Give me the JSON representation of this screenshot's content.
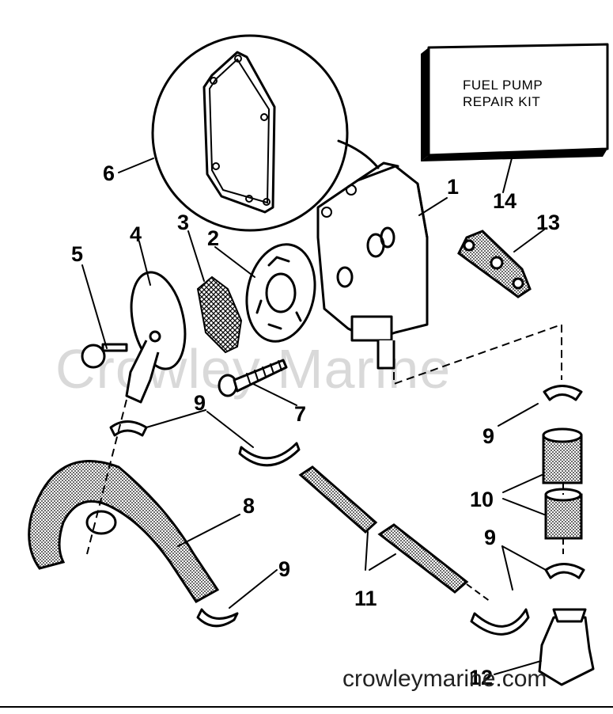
{
  "kit_label_line1": "FUEL PUMP",
  "kit_label_line2": "REPAIR KIT",
  "watermark": "Crowley Marine",
  "site_text": "crowleymarine.com",
  "callouts": {
    "c1": "1",
    "c2": "2",
    "c3": "3",
    "c4": "4",
    "c5": "5",
    "c6": "6",
    "c7": "7",
    "c8": "8",
    "c9a": "9",
    "c9b": "9",
    "c9c": "9",
    "c9d": "9",
    "c10": "10",
    "c11": "11",
    "c12": "12",
    "c13": "13",
    "c14": "14"
  },
  "colors": {
    "ink": "#000000",
    "paper": "#ffffff",
    "watermark": "#d9d9d9"
  }
}
